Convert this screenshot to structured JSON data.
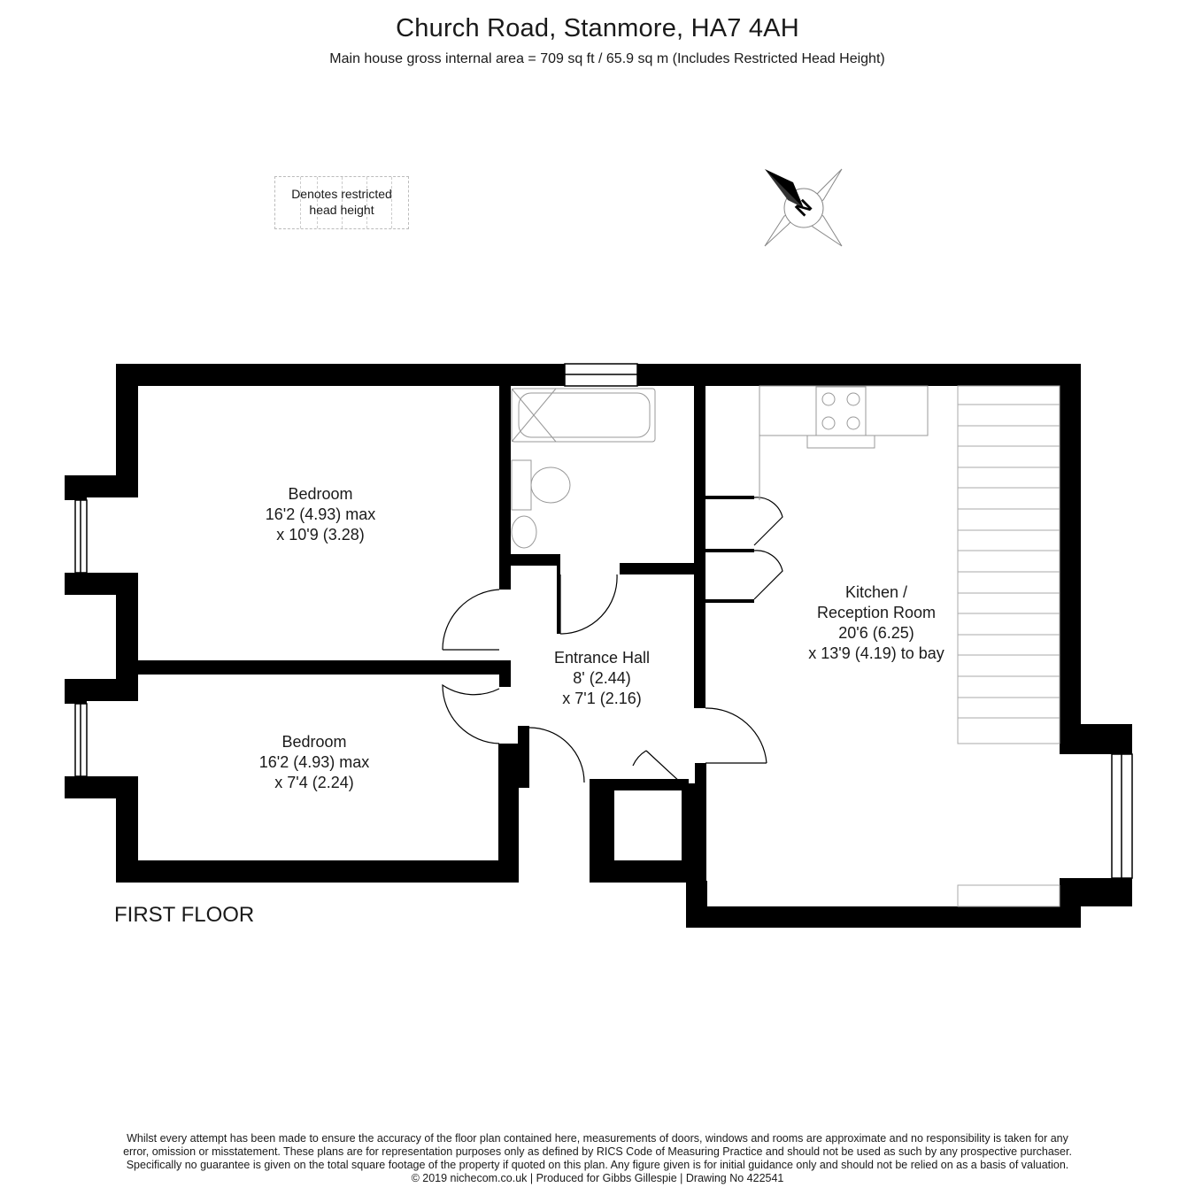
{
  "header": {
    "title": "Church Road, Stanmore, HA7 4AH",
    "subtitle": "Main house gross internal area =  709 sq ft / 65.9 sq m (Includes Restricted Head Height)"
  },
  "legend": {
    "line1": "Denotes restricted",
    "line2": "head height"
  },
  "compass": {
    "letter": "N"
  },
  "rooms": {
    "bedroom1": {
      "name": "Bedroom",
      "dim1": "16'2 (4.93) max",
      "dim2": "x 10'9 (3.28)"
    },
    "bedroom2": {
      "name": "Bedroom",
      "dim1": "16'2 (4.93) max",
      "dim2": "x 7'4 (2.24)"
    },
    "hall": {
      "name": "Entrance Hall",
      "dim1": "8' (2.44)",
      "dim2": "x 7'1 (2.16)"
    },
    "kitchen": {
      "name1": "Kitchen /",
      "name2": "Reception Room",
      "dim1": "20'6 (6.25)",
      "dim2": "x 13'9 (4.19) to bay"
    }
  },
  "floor_label": "FIRST FLOOR",
  "disclaimer": {
    "line1": "Whilst every attempt has been made to ensure the accuracy of the floor plan contained here, measurements of doors, windows and rooms are approximate and no responsibility is taken for any",
    "line2": "error, omission or misstatement. These plans are for representation purposes only as defined by RICS Code of Measuring Practice and should not be used as such by any prospective purchaser.",
    "line3": "Specifically no guarantee is given on the total square footage of the property if quoted on this plan. Any figure given is for initial guidance only and should not be relied on as a basis of valuation.",
    "line4": "© 2019 nichecom.co.uk  |  Produced for Gibbs Gillespie  |  Drawing No 422541"
  },
  "colors": {
    "wall": "#000000",
    "fixture_line": "#999999",
    "text": "#1a1a1a"
  }
}
